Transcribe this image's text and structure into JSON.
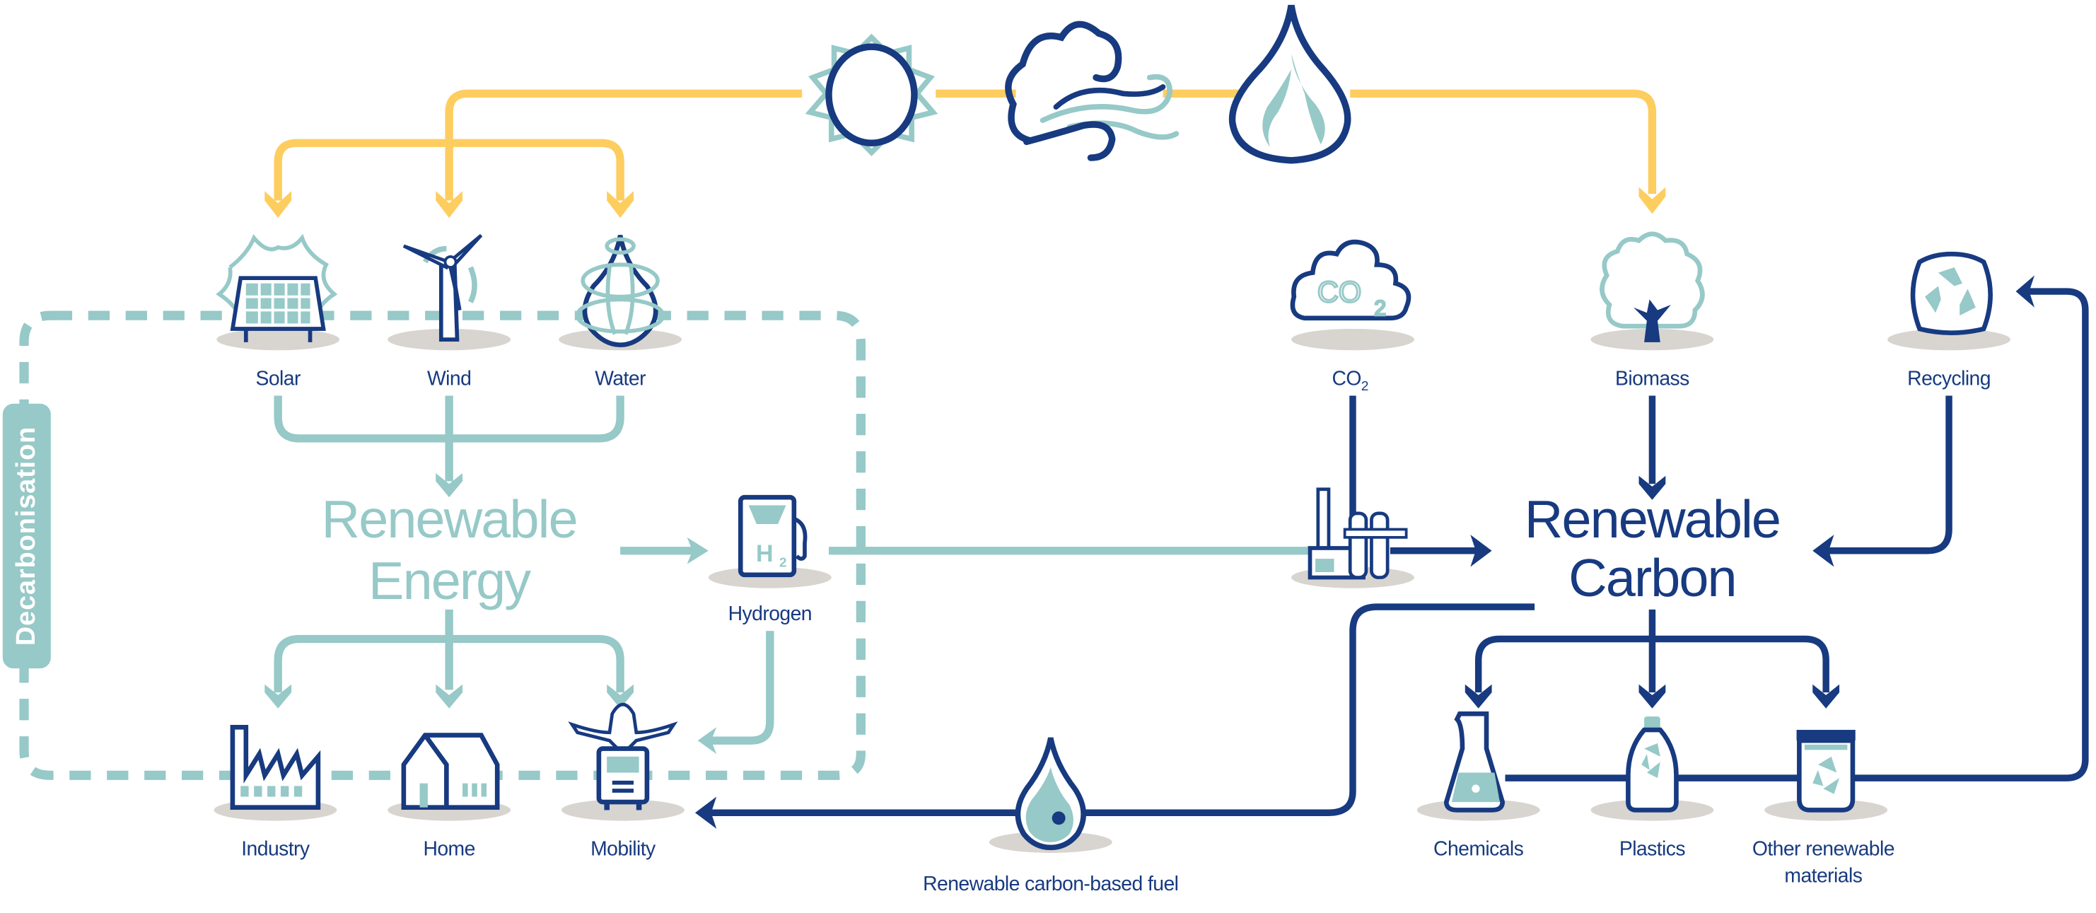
{
  "title": "Renewable Energy and Renewable Carbon",
  "colors": {
    "navy": "#173a80",
    "teal": "#96c9c7",
    "yellow": "#fdcd5f",
    "shadow": "#d8d4cf"
  },
  "top_sources": [
    {
      "icon": "sun-icon"
    },
    {
      "icon": "wind-cloud-icon"
    },
    {
      "icon": "water-drop-icon"
    }
  ],
  "energy_sources": [
    {
      "label": "Solar",
      "icon": "solar-panel-icon"
    },
    {
      "label": "Wind",
      "icon": "wind-turbine-icon"
    },
    {
      "label": "Water",
      "icon": "water-swirl-icon"
    }
  ],
  "renewable_energy": {
    "line1": "Renewable",
    "line2": "Energy"
  },
  "hydrogen": {
    "label": "Hydrogen",
    "icon_text": "H",
    "icon_sub": "2"
  },
  "energy_uses": [
    {
      "label": "Industry",
      "icon": "factory-icon"
    },
    {
      "label": "Home",
      "icon": "house-icon"
    },
    {
      "label": "Mobility",
      "icon": "plane-truck-icon"
    }
  ],
  "decarbonisation": {
    "label": "Decarbonisation"
  },
  "carbon_sources": [
    {
      "label": "CO",
      "sub": "2",
      "icon": "co2-cloud-icon",
      "icon_text": "CO",
      "icon_sub": "2"
    },
    {
      "label": "Biomass",
      "icon": "tree-icon"
    },
    {
      "label": "Recycling",
      "icon": "recycling-icon"
    }
  ],
  "renewable_carbon": {
    "line1": "Renewable",
    "line2": "Carbon"
  },
  "carbon_products": [
    {
      "label": "Chemicals",
      "icon": "flask-icon"
    },
    {
      "label": "Plastics",
      "icon": "bottle-icon"
    },
    {
      "label_line1": "Other renewable",
      "label_line2": "materials",
      "icon": "container-icon"
    }
  ],
  "fuel": {
    "label": "Renewable carbon-based fuel",
    "icon": "fuel-drop-icon"
  }
}
